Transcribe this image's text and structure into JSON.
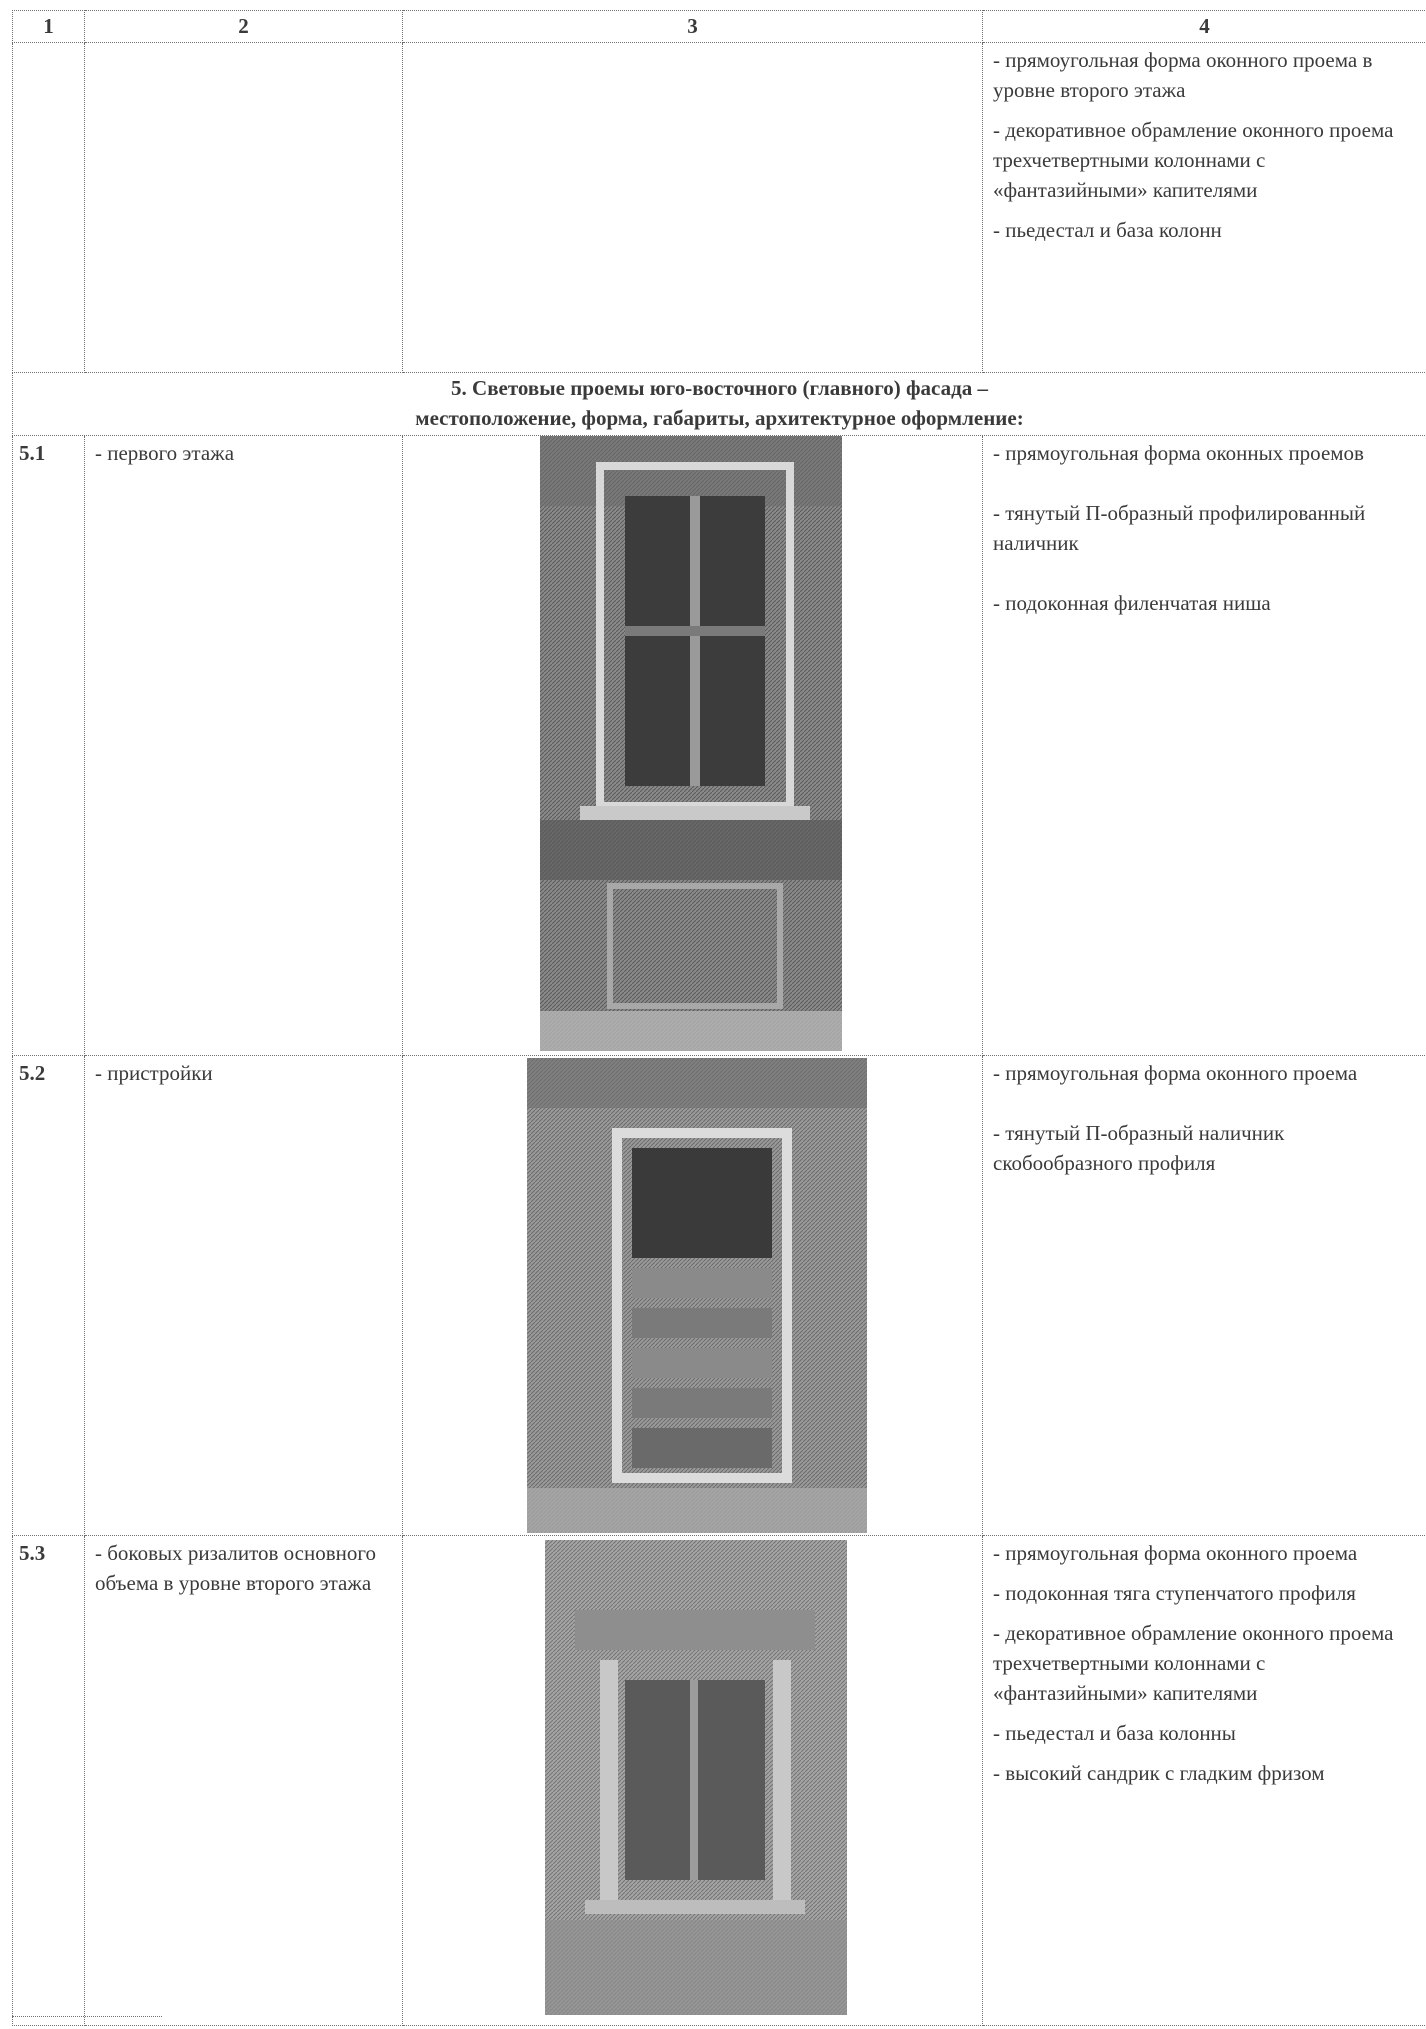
{
  "header": {
    "col1": "1",
    "col2": "2",
    "col3": "3",
    "col4": "4"
  },
  "continuation": {
    "items": [
      "- прямоугольная форма оконного проема в уровне второго этажа",
      "- декоративное обрамление оконного проема трехчетвертными колоннами с «фантазийными» капителями",
      "- пьедестал и база колонн"
    ]
  },
  "section": {
    "line1": "5. Световые проемы юго-восточного (главного) фасада –",
    "line2": "местоположение, форма, габариты, архитектурное оформление:"
  },
  "rows": [
    {
      "num": "5.1",
      "name": "- первого этажа",
      "photo": "window-photo",
      "items": [
        "- прямоугольная форма оконных проемов",
        "- тянутый П-образный профилированный наличник",
        "- подоконная филенчатая ниша"
      ]
    },
    {
      "num": "5.2",
      "name": "- пристройки",
      "photo": "window-photo",
      "items": [
        "- прямоугольная форма оконного проема",
        "- тянутый П-образный наличник скобообразного профиля"
      ]
    },
    {
      "num": "5.3",
      "name": "- боковых ризалитов основного объема в уровне второго этажа",
      "photo": "window-photo",
      "items": [
        "- прямоугольная форма оконного проема",
        "- подоконная тяга ступенчатого профиля",
        "- декоративное обрамление оконного проема трехчетвертными колоннами с «фантазийными» капителями",
        "- пьедестал и база колонны",
        "- высокий сандрик с гладким фризом"
      ]
    }
  ]
}
